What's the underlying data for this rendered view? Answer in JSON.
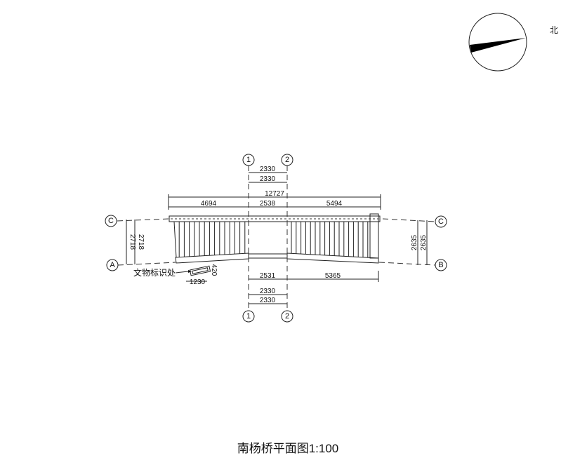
{
  "title": "南杨桥平面图1:100",
  "north_label": "北",
  "grid_labels": {
    "col1": "1",
    "col2": "2",
    "rowC": "C",
    "rowA": "A",
    "rowB": "B"
  },
  "dims_top": {
    "d1": "2330",
    "d2": "2330",
    "overall": "12727",
    "left": "4694",
    "mid": "2538",
    "right": "5494"
  },
  "dims_bottom": {
    "mid": "2531",
    "right": "5365",
    "d1": "2330",
    "d2": "2330"
  },
  "dims_left": {
    "a": "2718",
    "b": "2718"
  },
  "dims_right": {
    "a": "2635",
    "b": "2635"
  },
  "marker": {
    "label": "文物标识处",
    "length": "1230",
    "width": "420"
  }
}
